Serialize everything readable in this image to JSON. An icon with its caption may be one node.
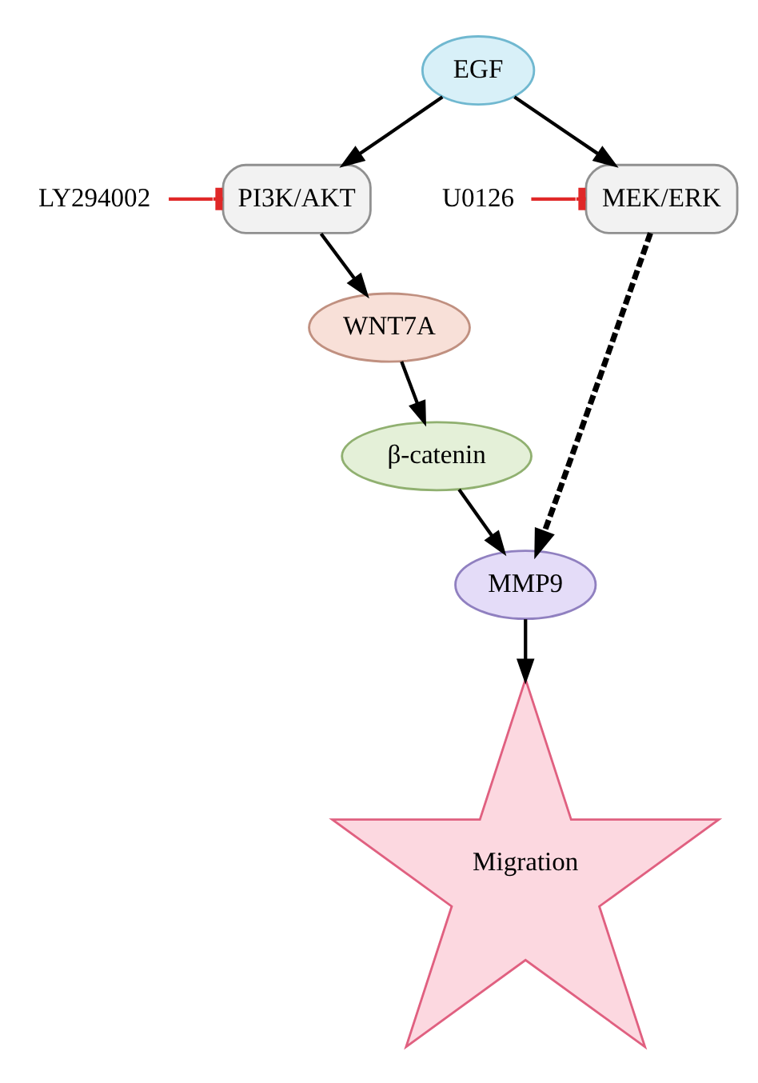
{
  "diagram": {
    "nodes": [
      {
        "text": [
          "EGF"
        ]
      },
      {
        "text": [
          "U0126"
        ]
      },
      {
        "text": [
          "LY294002"
        ]
      },
      {
        "text": [
          "MEK/ERK"
        ]
      },
      {
        "text": [
          "PI3K/AKT"
        ]
      },
      {
        "text": [
          "WNT7A"
        ]
      },
      {
        "text": [
          "β-catenin"
        ]
      },
      {
        "text": [
          "MMP9"
        ]
      },
      {
        "text": [
          "Migration"
        ]
      }
    ],
    "edges": [
      {
        "from": 0,
        "to": 3,
        "arrow": "to"
      },
      {
        "from": 0,
        "to": 4,
        "arrow": "to"
      },
      {
        "from": 1,
        "to": 3,
        "arrow": "other",
        "color": "#e02828"
      },
      {
        "from": 2,
        "to": 4,
        "arrow": "other",
        "color": "#e02828"
      },
      {
        "from": 3,
        "to": 7,
        "arrow": "to",
        "style": "dashed"
      },
      {
        "from": 4,
        "to": 5,
        "arrow": "to"
      },
      {
        "from": 5,
        "to": 6,
        "arrow": "to"
      },
      {
        "from": 6,
        "to": 7,
        "arrow": "to"
      },
      {
        "from": 7,
        "to": 8,
        "arrow": "to"
      }
    ]
  }
}
